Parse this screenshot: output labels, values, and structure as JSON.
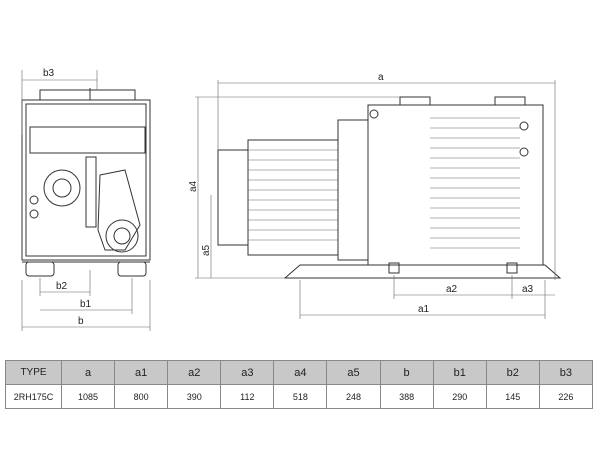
{
  "dimension_labels": {
    "a": "a",
    "a1": "a1",
    "a2": "a2",
    "a3": "a3",
    "a4": "a4",
    "a5": "a5",
    "b": "b",
    "b1": "b1",
    "b2": "b2",
    "b3": "b3"
  },
  "table": {
    "headers": [
      "TYPE",
      "a",
      "a1",
      "a2",
      "a3",
      "a4",
      "a5",
      "b",
      "b1",
      "b2",
      "b3"
    ],
    "rows": [
      [
        "2RH175C",
        "1085",
        "800",
        "390",
        "112",
        "518",
        "248",
        "388",
        "290",
        "145",
        "226"
      ]
    ]
  }
}
